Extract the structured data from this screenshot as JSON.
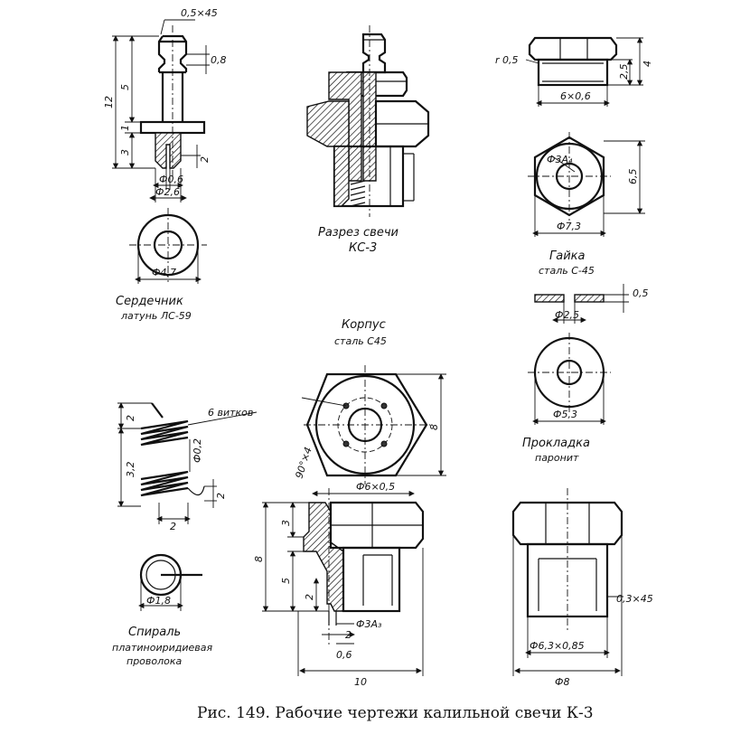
{
  "caption": "Рис. 149. Рабочие чертежи калильной свечи К-3",
  "parts": {
    "core": {
      "title": "Сердечник",
      "material": "латунь ЛС-59"
    },
    "section": {
      "title": "Разрез свечи",
      "model": "КС-3"
    },
    "nut": {
      "title": "Гайка",
      "material": "сталь С-45"
    },
    "gasket": {
      "title": "Прокладка",
      "material": "паронит"
    },
    "body": {
      "title": "Корпус",
      "material": "сталь С45"
    },
    "spiral": {
      "title": "Спираль",
      "material_line1": "платиноиридиевая",
      "material_line2": "проволока",
      "turns": "6 витков"
    }
  },
  "dimensions": {
    "core_chamfer": "0,5×45",
    "core_groove": "0,8",
    "core_len_total": "12",
    "core_len_upper": "5",
    "core_len_3": "3",
    "core_len_1": "1",
    "core_len_2": "2",
    "core_d_06": "Ф0,6",
    "core_d_26": "Ф2,6",
    "core_d_47": "Ф4,7",
    "nut_radius": "r 0,5",
    "nut_thread": "6×0,6",
    "nut_h_25": "2,5",
    "nut_h_4": "4",
    "nut_across": "6,5",
    "nut_d_73": "Ф7,3",
    "nut_hole": "Ф3А₄",
    "gasket_t": "0,5",
    "gasket_d_25": "Ф2,5",
    "gasket_d_53": "Ф5,3",
    "body_holes": "90°×4",
    "body_across": "8",
    "body_thread_top": "Ф6×0,5",
    "body_h_8": "8",
    "body_h_3": "3",
    "body_h_5": "5",
    "body_h_2": "2",
    "body_bore": "Ф3А₃",
    "body_step_2": "2",
    "body_step_06": "0,6",
    "body_len_10": "10",
    "body_chamfer": "0,3×45",
    "body_thread": "Ф6,3×0,85",
    "body_d_8": "Ф8",
    "spiral_top_2": "2",
    "spiral_h_32": "3,2",
    "spiral_wire": "Ф0,2",
    "spiral_pitch_2": "2",
    "spiral_w_2": "2",
    "spiral_d_18": "Ф1,8"
  }
}
